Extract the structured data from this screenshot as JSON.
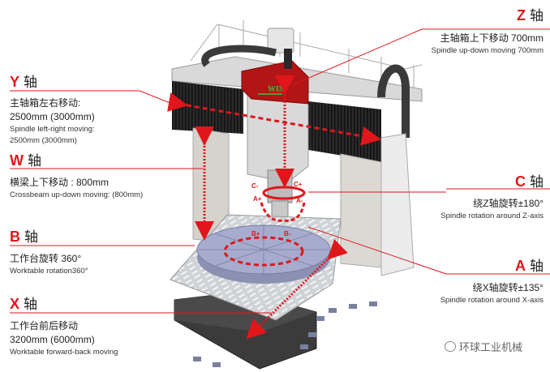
{
  "diagram": {
    "brand_logo": "WIM",
    "accent_color": "#e0161b",
    "axes": [
      {
        "key": "Z",
        "suffix": "轴",
        "zh": "主轴箱上下移动 700mm",
        "en": "Spindle up-down moving 700mm"
      },
      {
        "key": "Y",
        "suffix": "轴",
        "zh": "主轴箱左右移动:",
        "zh2": "2500mm (3000mm)",
        "en": "Spindle left-right moving:",
        "en2": "2500mm (3000mm)"
      },
      {
        "key": "W",
        "suffix": "轴",
        "zh": "横梁上下移动 : 800mm",
        "en": "Crossbeam up-down moving: (800mm)"
      },
      {
        "key": "C",
        "suffix": "轴",
        "zh": "绕Z轴旋转±180°",
        "en": "Spindle rotation around Z-axis"
      },
      {
        "key": "B",
        "suffix": "轴",
        "zh": "工作台旋转 360°",
        "en": "Worktable rotation360°"
      },
      {
        "key": "A",
        "suffix": "轴",
        "zh": "绕X轴旋转±135°",
        "en": "Spindle rotation around X-axis"
      },
      {
        "key": "X",
        "suffix": "轴",
        "zh": "工作台前后移动",
        "zh2": "3200mm (6000mm)",
        "en": "Worktable forward-back moving"
      }
    ],
    "rotation_marks": {
      "c_minus": "C-",
      "c_plus": "C+",
      "a_plus": "A+",
      "a_minus": "A-",
      "b_plus": "B+",
      "b_minus": "B-"
    },
    "watermark": "环球工业机械"
  }
}
